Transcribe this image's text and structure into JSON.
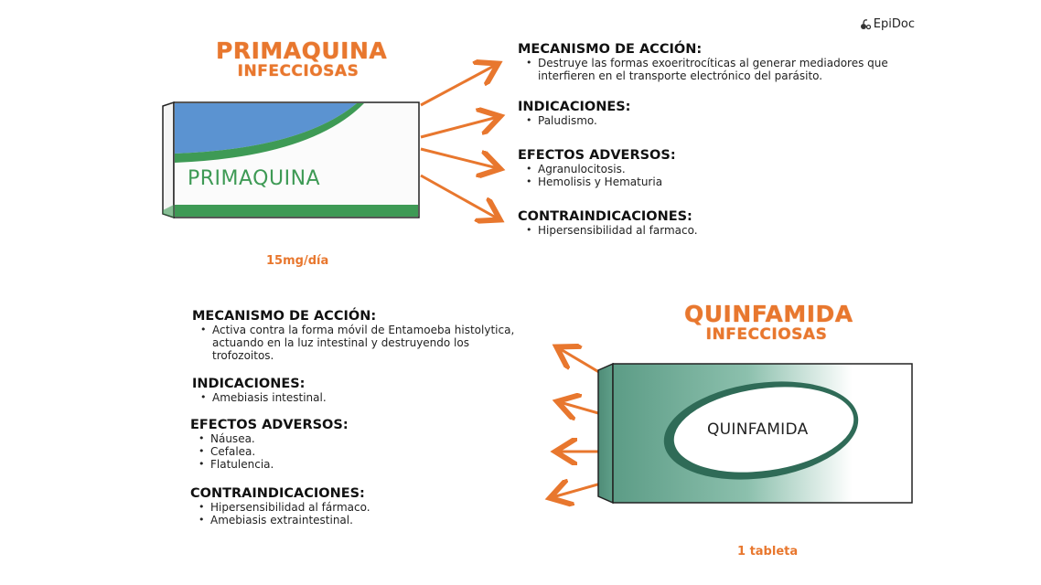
{
  "logo": {
    "text": "EpiDoc",
    "icon": "stethoscope-icon"
  },
  "primaquina": {
    "title": "PRIMAQUINA",
    "subtitle": "INFECCIOSAS",
    "box_label": "PRIMAQUINA",
    "dose": "15mg/día",
    "sections": {
      "mecanismo": {
        "header": "MECANISMO DE ACCIÓN:",
        "items": [
          "Destruye las formas exoeritrocíticas al generar mediadores que",
          "interfieren en el transporte electrónico del parásito."
        ]
      },
      "indicaciones": {
        "header": "INDICACIONES:",
        "items": [
          "Paludismo."
        ]
      },
      "efectos": {
        "header": "EFECTOS ADVERSOS:",
        "items": [
          "Agranulocitosis.",
          "Hemolisis y Hematuria"
        ]
      },
      "contra": {
        "header": "CONTRAINDICACIONES:",
        "items": [
          "Hipersensibilidad al farmaco."
        ]
      }
    }
  },
  "quinfamida": {
    "title": "QUINFAMIDA",
    "subtitle": "INFECCIOSAS",
    "box_label": "QUINFAMIDA",
    "dose": "1 tableta",
    "sections": {
      "mecanismo": {
        "header": "MECANISMO DE ACCIÓN:",
        "items": [
          "Activa contra la forma móvil de Entamoeba histolytica,",
          "actuando en la luz intestinal y destruyendo los",
          "trofozoitos."
        ]
      },
      "indicaciones": {
        "header": "INDICACIONES:",
        "items": [
          "Amebiasis intestinal."
        ]
      },
      "efectos": {
        "header": "EFECTOS ADVERSOS:",
        "items": [
          "Náusea.",
          "Cefalea.",
          "Flatulencia."
        ]
      },
      "contra": {
        "header": "CONTRAINDICACIONES:",
        "items": [
          "Hipersensibilidad al fármaco.",
          "Amebiasis extraintestinal."
        ]
      }
    }
  },
  "colors": {
    "accent_orange": "#e8772e",
    "box_blue": "#5b93d1",
    "box_green": "#3e9a55",
    "teal": "#5c9c86"
  }
}
